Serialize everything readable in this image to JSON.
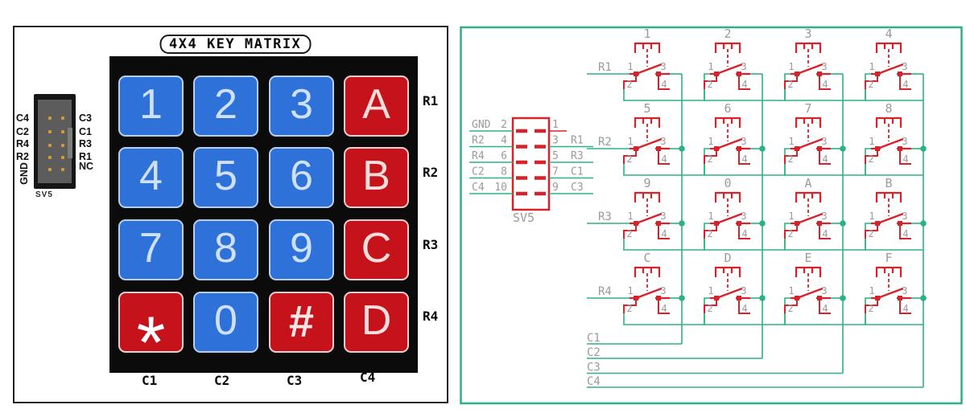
{
  "left_panel": {
    "title": "4X4 KEY MATRIX",
    "connector": {
      "name": "SV5",
      "left_labels": [
        "C4",
        "C2",
        "R4",
        "R2",
        "GND"
      ],
      "right_labels": [
        "C3",
        "C1",
        "R3",
        "R1",
        "NC"
      ]
    },
    "keypad": {
      "keys": [
        {
          "label": "1",
          "color": "blue"
        },
        {
          "label": "2",
          "color": "blue"
        },
        {
          "label": "3",
          "color": "blue"
        },
        {
          "label": "A",
          "color": "red"
        },
        {
          "label": "4",
          "color": "blue"
        },
        {
          "label": "5",
          "color": "blue"
        },
        {
          "label": "6",
          "color": "blue"
        },
        {
          "label": "B",
          "color": "red"
        },
        {
          "label": "7",
          "color": "blue"
        },
        {
          "label": "8",
          "color": "blue"
        },
        {
          "label": "9",
          "color": "blue"
        },
        {
          "label": "C",
          "color": "red"
        },
        {
          "label": "*",
          "color": "red"
        },
        {
          "label": "0",
          "color": "blue"
        },
        {
          "label": "#",
          "color": "red"
        },
        {
          "label": "D",
          "color": "red"
        }
      ],
      "row_labels": [
        "R1",
        "R2",
        "R3",
        "R4"
      ],
      "col_labels": [
        "C1",
        "C2",
        "C3",
        "C4"
      ]
    }
  },
  "schematic": {
    "connector": {
      "name": "SV5",
      "left_pins": [
        {
          "net": "GND",
          "pin": "2"
        },
        {
          "net": "R2",
          "pin": "4"
        },
        {
          "net": "R4",
          "pin": "6"
        },
        {
          "net": "C2",
          "pin": "8"
        },
        {
          "net": "C4",
          "pin": "10"
        }
      ],
      "right_pins": [
        {
          "pin": "1",
          "net": ""
        },
        {
          "pin": "3",
          "net": "R1"
        },
        {
          "pin": "5",
          "net": "R3"
        },
        {
          "pin": "7",
          "net": "C1"
        },
        {
          "pin": "9",
          "net": "C3"
        }
      ]
    },
    "rows": [
      "R1",
      "R2",
      "R3",
      "R4"
    ],
    "columns": [
      "C1",
      "C2",
      "C3",
      "C4"
    ],
    "switches": [
      "1",
      "2",
      "3",
      "4",
      "5",
      "6",
      "7",
      "8",
      "9",
      "0",
      "A",
      "B",
      "C",
      "D",
      "E",
      "F"
    ],
    "switch_pin_numbers": {
      "top_left": "1",
      "bottom_left": "2",
      "top_right": "3",
      "bottom_right": "4"
    },
    "colors": {
      "wire": "#2db184",
      "symbol": "#d5232b",
      "label": "#9a9a9a"
    }
  }
}
